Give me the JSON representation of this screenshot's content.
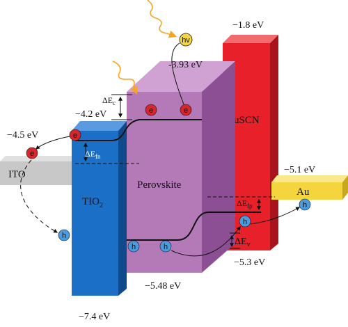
{
  "diagram": {
    "energy_levels": {
      "cuscn_cb": "−1.8 eV",
      "perovskite_cb": "-3.93 eV",
      "tio2_cb": "−4.2 eV",
      "ito": "−4.5 eV",
      "au": "−5.1 eV",
      "cuscn_vb": "−5.3 eV",
      "perovskite_vb": "−5.48 eV",
      "tio2_vb": "−7.4 eV"
    },
    "materials": {
      "ito": "ITO",
      "tio2_main": "TIO",
      "tio2_sub": "2",
      "perovskite": "Perovskite",
      "cuscn": "CuSCN",
      "au": "Au"
    },
    "deltas": {
      "ec_main": "ΔE",
      "ec_sub": "c",
      "efn_main": "ΔE",
      "efn_sub": "fn",
      "efp_main": "ΔE",
      "efp_sub": "fp",
      "ev_main": "ΔE",
      "ev_sub": "v"
    },
    "particles": {
      "photon": "hv",
      "electron": "e",
      "hole": "h"
    },
    "colors": {
      "tio2": "#1c6fc6",
      "perovskite": "#b47ab8",
      "cuscn": "#e8202a",
      "ito": "#c8c8c8",
      "au": "#f5d53d",
      "photon_wave": "#f5a623",
      "electron": "#d9262c",
      "hole": "#4a9be0"
    }
  }
}
